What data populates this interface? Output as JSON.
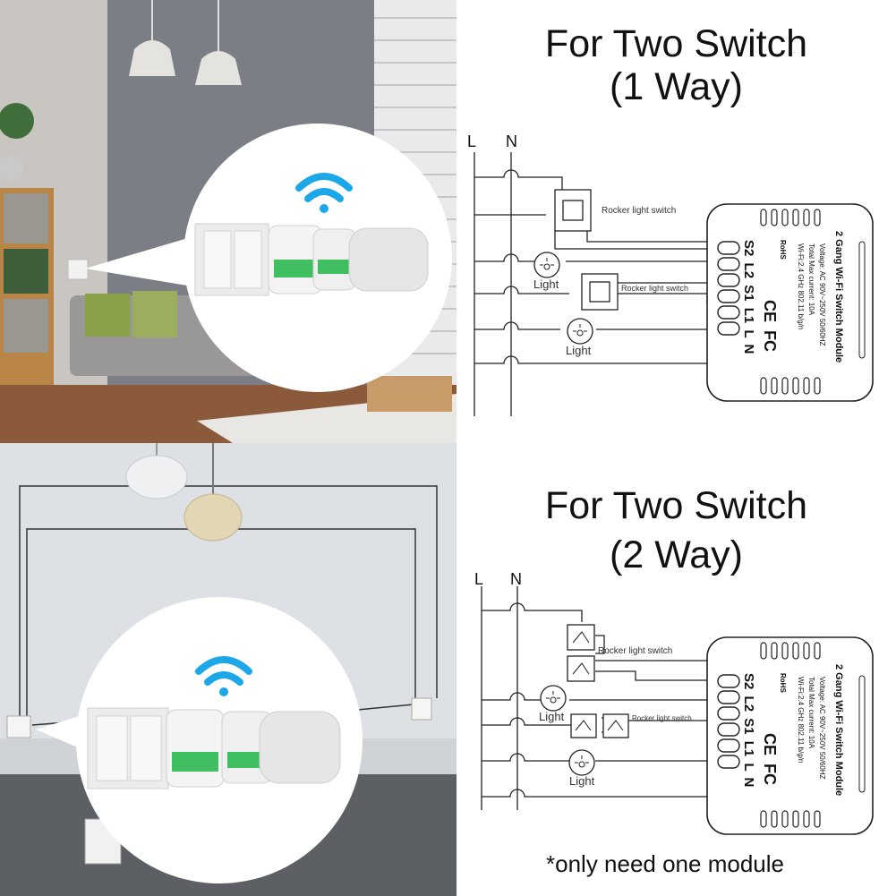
{
  "top": {
    "title_line1": "For Two Switch",
    "title_line2": "(1 Way)",
    "labels": {
      "L": "L",
      "N": "N",
      "rocker_switch_1": "Rocker light switch",
      "rocker_switch_2": "Rocker light switch",
      "light_1": "Light",
      "light_2": "Light"
    }
  },
  "bottom": {
    "title_line1": "For Two Switch",
    "title_line2": "(2 Way)",
    "labels": {
      "L": "L",
      "N": "N",
      "rocker_switch_1": "Rocker light switch",
      "rocker_switch_2": "Rocker light switch",
      "light_1": "Light",
      "light_2": "Light"
    },
    "footnote": "*only need one module"
  },
  "module": {
    "name": "2 Gang Wi-Fi Switch Module",
    "voltage": "Voltage: AC 90V~250V  50/60HZ",
    "current": "Total Max current: 10A",
    "wifi": "Wi-Fi:2.4 GHz    802.11 b/g/n",
    "rohs": "RoHS",
    "ce": "CE",
    "fc": "FC",
    "terminals": [
      "S2",
      "L2",
      "S1",
      "L1",
      "L",
      "N"
    ]
  },
  "colors": {
    "wifi": "#1ba7e8",
    "wire": "#222222",
    "wall_top": "#7d8186",
    "wall_bottom": "#dfe2e6",
    "floor": "#8a5a3a",
    "module_green": "#3fbf5f"
  }
}
